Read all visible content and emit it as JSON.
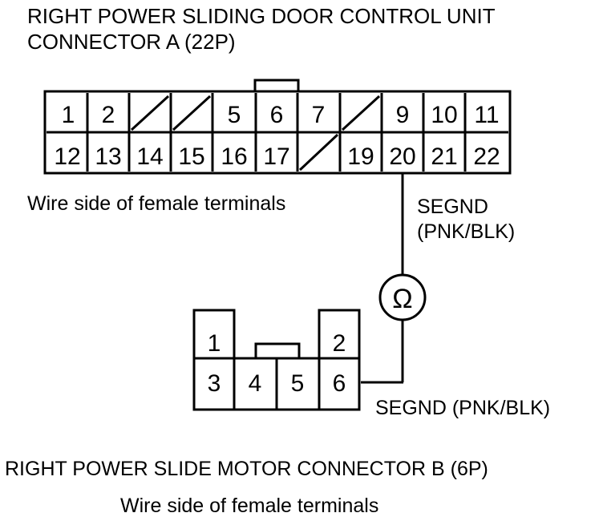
{
  "connector_a": {
    "title_line1": "RIGHT POWER SLIDING DOOR CONTROL UNIT",
    "title_line2": "CONNECTOR A (22P)",
    "caption": "Wire side of female terminals",
    "row1": [
      "1",
      "2",
      "",
      "",
      "5",
      "6",
      "7",
      "",
      "9",
      "10",
      "11"
    ],
    "row2": [
      "12",
      "13",
      "14",
      "15",
      "16",
      "17",
      "",
      "",
      "19",
      "20",
      "21",
      "22"
    ]
  },
  "wire_label_a_line1": "SEGND",
  "wire_label_a_line2": "(PNK/BLK)",
  "meter_symbol": "Ω",
  "connector_b": {
    "pins": [
      "1",
      "2",
      "3",
      "4",
      "5",
      "6"
    ],
    "wire_label": "SEGND (PNK/BLK)",
    "title": "RIGHT POWER SLIDE MOTOR CONNECTOR B (6P)",
    "caption": "Wire side of female terminals"
  }
}
